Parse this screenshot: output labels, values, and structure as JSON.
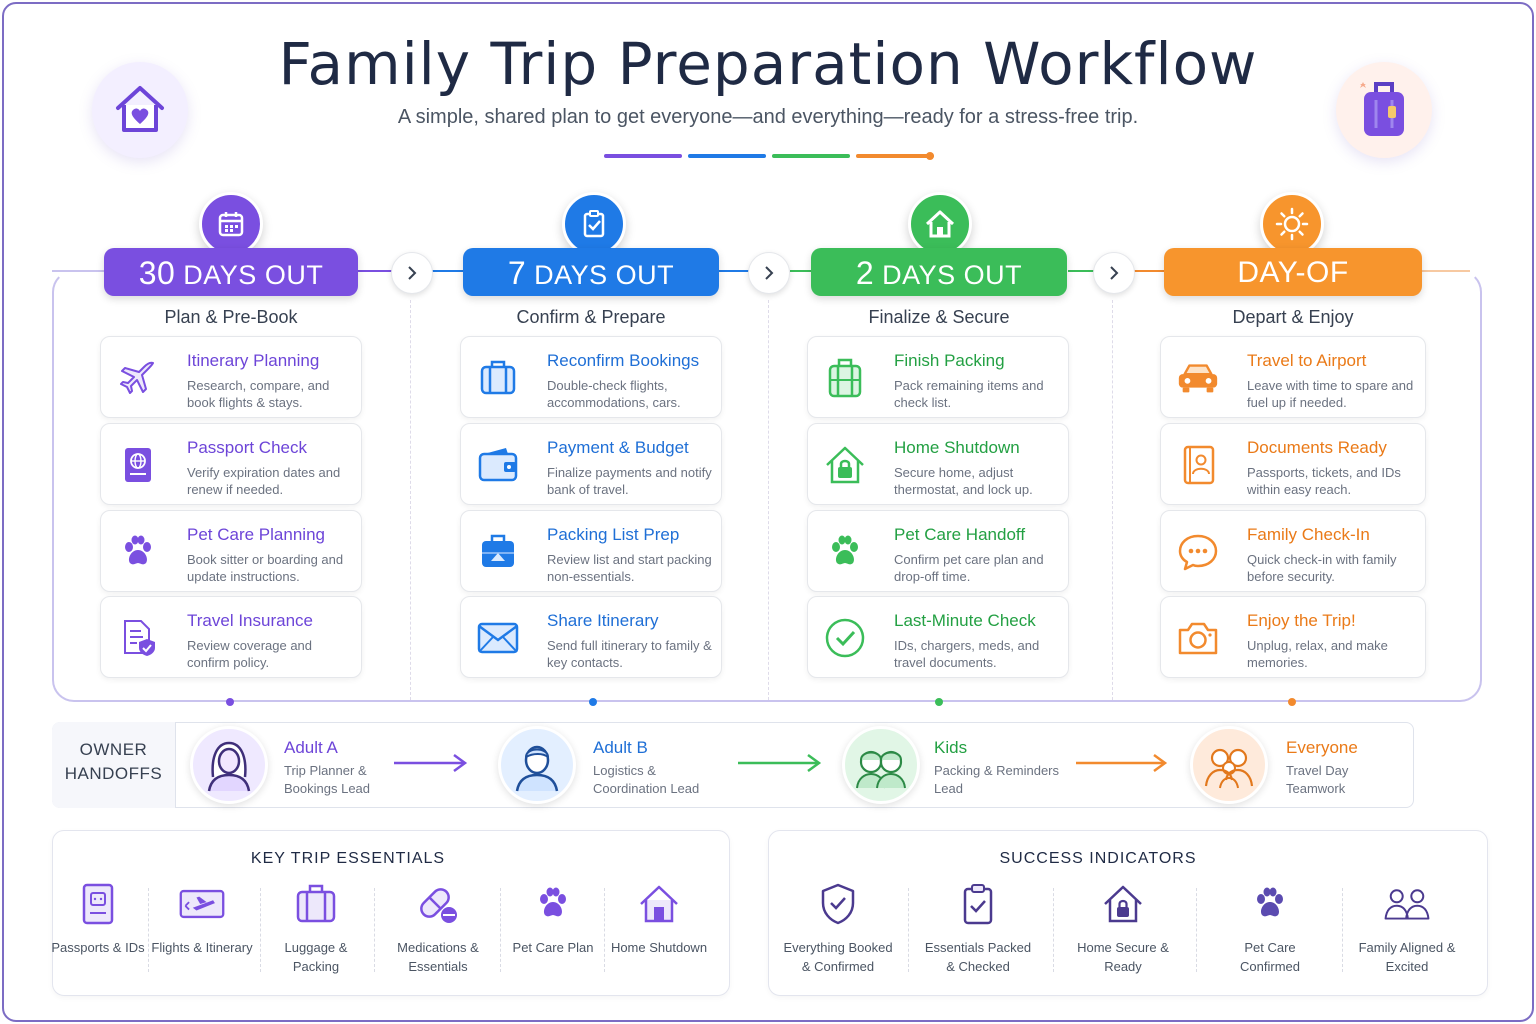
{
  "title": "Family Trip Preparation Workflow",
  "subtitle": "A simple, shared plan to get everyone—and everything—ready for a stress-free trip.",
  "colors": {
    "purple": "#7a4fe0",
    "blue": "#1f7ae6",
    "green": "#3bbd59",
    "orange": "#f28a2e"
  },
  "stages": [
    {
      "num": "30",
      "label": "Days Out",
      "subtitle": "Plan & Pre-Book",
      "icon": "calendar-icon",
      "tasks": [
        {
          "title": "Itinerary Planning",
          "desc": "Research, compare, and book flights & stays.",
          "icon": "airplane-icon"
        },
        {
          "title": "Passport Check",
          "desc": "Verify expiration dates and renew if needed.",
          "icon": "passport-icon"
        },
        {
          "title": "Pet Care Planning",
          "desc": "Book sitter or boarding and update instructions.",
          "icon": "paw-icon"
        },
        {
          "title": "Travel Insurance",
          "desc": "Review coverage and confirm policy.",
          "icon": "insurance-document-icon"
        }
      ]
    },
    {
      "num": "7",
      "label": "Days Out",
      "subtitle": "Confirm & Prepare",
      "icon": "clipboard-check-icon",
      "tasks": [
        {
          "title": "Reconfirm Bookings",
          "desc": "Double-check flights, accommodations, cars.",
          "icon": "suitcase-icon"
        },
        {
          "title": "Payment & Budget",
          "desc": "Finalize payments and notify bank of travel.",
          "icon": "wallet-icon"
        },
        {
          "title": "Packing List Prep",
          "desc": "Review list and start packing non-essentials.",
          "icon": "bag-icon"
        },
        {
          "title": "Share Itinerary",
          "desc": "Send full itinerary to family & key contacts.",
          "icon": "envelope-icon"
        }
      ]
    },
    {
      "num": "2",
      "label": "Days Out",
      "subtitle": "Finalize & Secure",
      "icon": "home-icon",
      "tasks": [
        {
          "title": "Finish Packing",
          "desc": "Pack remaining items and check list.",
          "icon": "luggage-icon"
        },
        {
          "title": "Home Shutdown",
          "desc": "Secure home, adjust thermostat, and lock up.",
          "icon": "home-lock-icon"
        },
        {
          "title": "Pet Care Handoff",
          "desc": "Confirm pet care plan and drop-off time.",
          "icon": "paw-icon"
        },
        {
          "title": "Last-Minute Check",
          "desc": "IDs, chargers, meds, and travel documents.",
          "icon": "check-circle-icon"
        }
      ]
    },
    {
      "num": "",
      "label": "Day-Of",
      "subtitle": "Depart & Enjoy",
      "icon": "sun-icon",
      "tasks": [
        {
          "title": "Travel to Airport",
          "desc": "Leave with time to spare and fuel up if needed.",
          "icon": "car-icon"
        },
        {
          "title": "Documents Ready",
          "desc": "Passports, tickets, and IDs within easy reach.",
          "icon": "id-card-icon"
        },
        {
          "title": "Family Check-In",
          "desc": "Quick check-in with family before security.",
          "icon": "chat-bubble-icon"
        },
        {
          "title": "Enjoy the Trip!",
          "desc": "Unplug, relax, and make memories.",
          "icon": "camera-icon"
        }
      ]
    }
  ],
  "owners": {
    "label_line1": "OWNER",
    "label_line2": "HANDOFFS",
    "people": [
      {
        "name": "Adult A",
        "role": "Trip Planner & Bookings Lead",
        "icon": "woman-avatar-icon"
      },
      {
        "name": "Adult B",
        "role": "Logistics & Coordination Lead",
        "icon": "man-avatar-icon"
      },
      {
        "name": "Kids",
        "role": "Packing & Reminders Lead",
        "icon": "kids-avatar-icon"
      },
      {
        "name": "Everyone",
        "role": "Travel Day Teamwork",
        "icon": "group-avatar-icon"
      }
    ]
  },
  "essentials": {
    "title": "KEY TRIP ESSENTIALS",
    "items": [
      {
        "label": "Passports & IDs",
        "icon": "passport-icon"
      },
      {
        "label": "Flights & Itinerary",
        "icon": "ticket-icon"
      },
      {
        "label": "Luggage & Packing",
        "icon": "luggage-icon"
      },
      {
        "label": "Medications & Essentials",
        "icon": "pill-icon"
      },
      {
        "label": "Pet Care Plan",
        "icon": "paw-icon"
      },
      {
        "label": "Home Shutdown",
        "icon": "home-icon"
      }
    ]
  },
  "success": {
    "title": "SUCCESS INDICATORS",
    "items": [
      {
        "label": "Everything Booked & Confirmed",
        "icon": "shield-check-icon"
      },
      {
        "label": "Essentials Packed & Checked",
        "icon": "clipboard-check-icon"
      },
      {
        "label": "Home Secure & Ready",
        "icon": "home-lock-icon"
      },
      {
        "label": "Pet Care Confirmed",
        "icon": "paw-icon"
      },
      {
        "label": "Family Aligned & Excited",
        "icon": "people-icon"
      }
    ]
  }
}
